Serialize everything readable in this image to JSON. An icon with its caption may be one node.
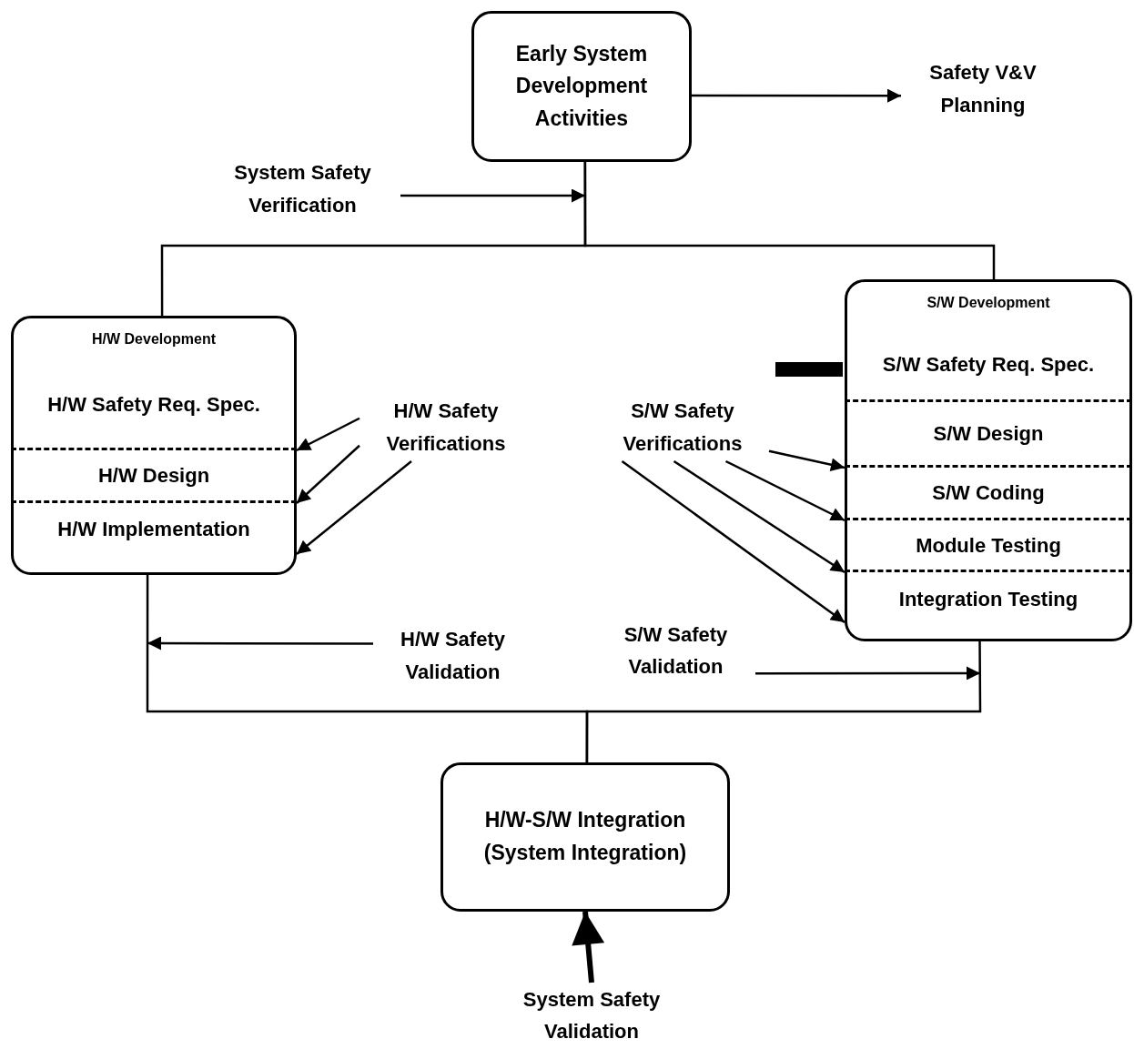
{
  "diagram": {
    "nodes": [
      {
        "text": [
          "Early System Development Activities"
        ]
      },
      {
        "text": [
          "Safety V&V Planning"
        ]
      },
      {
        "text": [
          "System Safety Verification"
        ]
      },
      {
        "text": [
          "H/W Development"
        ]
      },
      {
        "text": [
          "H/W Safety Req. Spec."
        ],
        "in": 3
      },
      {
        "text": [
          "H/W Design"
        ],
        "in": 3
      },
      {
        "text": [
          "H/W Implementation"
        ],
        "in": 3
      },
      {
        "text": [
          "H/W Safety Verifications"
        ]
      },
      {
        "text": [
          "S/W Safety Verifications"
        ]
      },
      {
        "text": [
          "S/W Development"
        ]
      },
      {
        "text": [
          "S/W Safety Req. Spec."
        ],
        "in": 9
      },
      {
        "text": [
          "S/W Design"
        ],
        "in": 9
      },
      {
        "text": [
          "S/W Coding"
        ],
        "in": 9
      },
      {
        "text": [
          "Module Testing"
        ],
        "in": 9
      },
      {
        "text": [
          "Integration Testing"
        ],
        "in": 9
      },
      {
        "text": [
          "H/W Safety Validation"
        ]
      },
      {
        "text": [
          "S/W Safety Validation"
        ]
      },
      {
        "text": [
          "H/W-S/W Integration (System Integration)"
        ]
      },
      {
        "text": [
          "System Safety Validation"
        ]
      },
      {
        "text": [],
        "shape": "bar"
      }
    ],
    "edges": [
      {
        "from": 0,
        "to": 1,
        "arrow": "to"
      },
      {
        "from": 0,
        "to": 3,
        "arrow": "none"
      },
      {
        "from": 0,
        "to": 9,
        "arrow": "none"
      },
      {
        "from": 2,
        "to": null,
        "arrow": "to"
      },
      {
        "from": 7,
        "to": 4,
        "arrow": "to"
      },
      {
        "from": 7,
        "to": 5,
        "arrow": "to"
      },
      {
        "from": 7,
        "to": 6,
        "arrow": "to"
      },
      {
        "from": 8,
        "to": 11,
        "arrow": "to"
      },
      {
        "from": 8,
        "to": 12,
        "arrow": "to"
      },
      {
        "from": 8,
        "to": 13,
        "arrow": "to"
      },
      {
        "from": 8,
        "to": 14,
        "arrow": "to"
      },
      {
        "from": 3,
        "to": 17,
        "arrow": "none"
      },
      {
        "from": 9,
        "to": 17,
        "arrow": "none"
      },
      {
        "from": 15,
        "to": null,
        "arrow": "to"
      },
      {
        "from": 16,
        "to": null,
        "arrow": "to"
      },
      {
        "from": 18,
        "to": 17,
        "arrow": "to",
        "style": "thick"
      }
    ]
  }
}
